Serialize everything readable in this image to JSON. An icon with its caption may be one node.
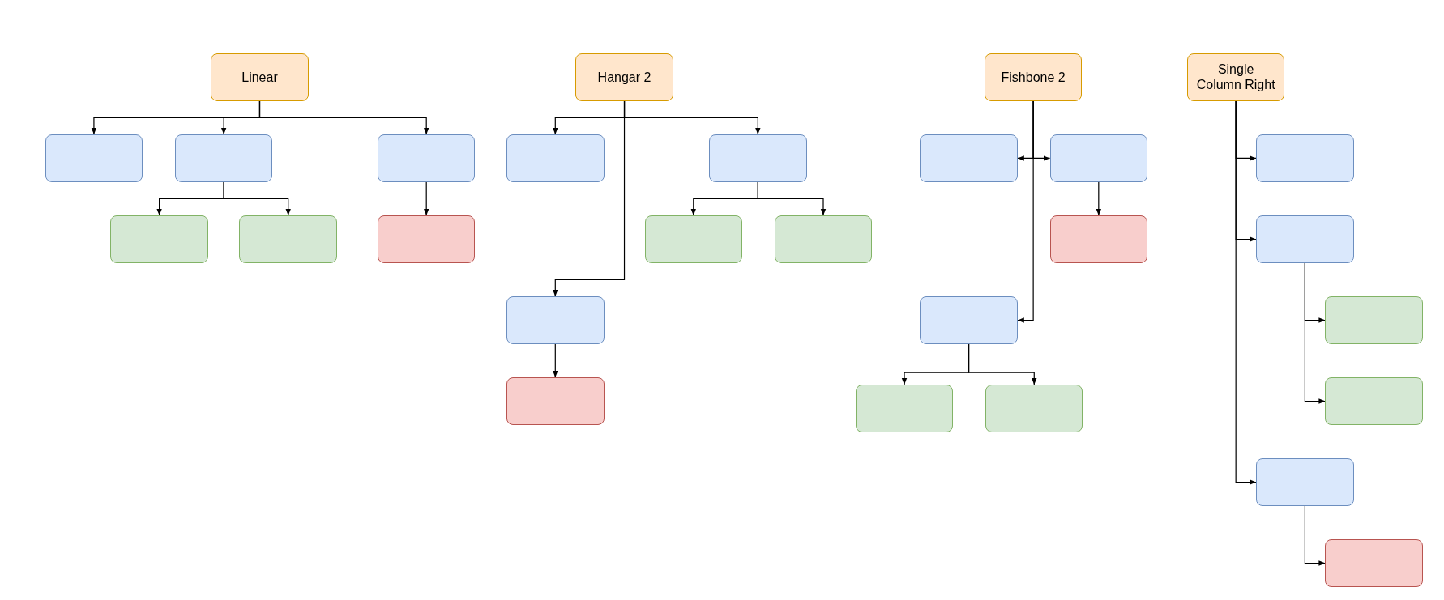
{
  "diagram": {
    "nodes": [
      {
        "text": [
          "Linear"
        ]
      },
      {
        "text": [],
        "shape": "box"
      },
      {
        "text": [],
        "shape": "box"
      },
      {
        "text": [],
        "shape": "box"
      },
      {
        "text": [],
        "shape": "box"
      },
      {
        "text": [],
        "shape": "box"
      },
      {
        "text": [],
        "shape": "box"
      },
      {
        "text": [
          "Hangar 2"
        ]
      },
      {
        "text": [],
        "shape": "box"
      },
      {
        "text": [],
        "shape": "box"
      },
      {
        "text": [],
        "shape": "box"
      },
      {
        "text": [],
        "shape": "box"
      },
      {
        "text": [],
        "shape": "box"
      },
      {
        "text": [],
        "shape": "box"
      },
      {
        "text": [
          "Fishbone 2"
        ]
      },
      {
        "text": [],
        "shape": "box"
      },
      {
        "text": [],
        "shape": "box"
      },
      {
        "text": [],
        "shape": "box"
      },
      {
        "text": [],
        "shape": "box"
      },
      {
        "text": [],
        "shape": "box"
      },
      {
        "text": [],
        "shape": "box"
      },
      {
        "text": [
          "Single Column Right"
        ]
      },
      {
        "text": [],
        "shape": "box"
      },
      {
        "text": [],
        "shape": "box"
      },
      {
        "text": [],
        "shape": "box"
      },
      {
        "text": [],
        "shape": "box"
      },
      {
        "text": [],
        "shape": "box"
      },
      {
        "text": [],
        "shape": "box"
      }
    ],
    "edges": [
      {
        "from": 0,
        "to": 1,
        "arrow": "to"
      },
      {
        "from": 0,
        "to": 2,
        "arrow": "to"
      },
      {
        "from": 0,
        "to": 3,
        "arrow": "to"
      },
      {
        "from": 2,
        "to": 4,
        "arrow": "to"
      },
      {
        "from": 2,
        "to": 5,
        "arrow": "to"
      },
      {
        "from": 3,
        "to": 6,
        "arrow": "to"
      },
      {
        "from": 7,
        "to": 8,
        "arrow": "to"
      },
      {
        "from": 7,
        "to": 9,
        "arrow": "to"
      },
      {
        "from": 7,
        "to": 12,
        "arrow": "to"
      },
      {
        "from": 9,
        "to": 10,
        "arrow": "to"
      },
      {
        "from": 9,
        "to": 11,
        "arrow": "to"
      },
      {
        "from": 12,
        "to": 13,
        "arrow": "to"
      },
      {
        "from": 14,
        "to": 15,
        "arrow": "to"
      },
      {
        "from": 14,
        "to": 16,
        "arrow": "to"
      },
      {
        "from": 14,
        "to": 18,
        "arrow": "to"
      },
      {
        "from": 16,
        "to": 17,
        "arrow": "to"
      },
      {
        "from": 18,
        "to": 19,
        "arrow": "to"
      },
      {
        "from": 18,
        "to": 20,
        "arrow": "to"
      },
      {
        "from": 21,
        "to": 22,
        "arrow": "to"
      },
      {
        "from": 21,
        "to": 23,
        "arrow": "to"
      },
      {
        "from": 21,
        "to": 26,
        "arrow": "to"
      },
      {
        "from": 23,
        "to": 24,
        "arrow": "to"
      },
      {
        "from": 23,
        "to": 25,
        "arrow": "to"
      },
      {
        "from": 26,
        "to": 27,
        "arrow": "to"
      }
    ]
  }
}
